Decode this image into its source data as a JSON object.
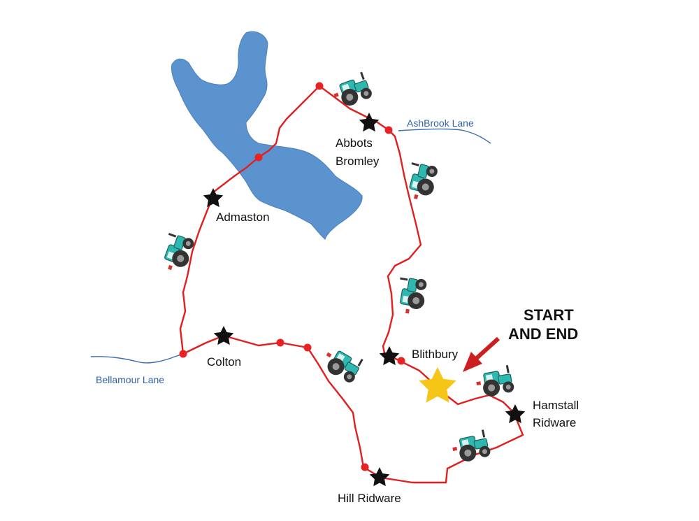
{
  "colors": {
    "route": "#e02020",
    "waypoint": "#e82222",
    "lake": "#5b93cf",
    "lake_edge": "#4a80bd",
    "road": "#3a6fb0",
    "road_label": "#2f63a8",
    "star": "#111111",
    "start_star": "#f5c518",
    "arrow": "#cc1f1f",
    "tractor": "#2fb8b0"
  },
  "icons": [
    "star-icon",
    "tractor-icon",
    "arrow-icon"
  ],
  "places": {
    "admaston": "Admaston",
    "abbots_1": "Abbots",
    "abbots_2": "Bromley",
    "blithbury": "Blithbury",
    "colton": "Colton",
    "hamstall_1": "Hamstall",
    "hamstall_2": "Ridware",
    "hill_ridware": "Hill Ridware"
  },
  "roads": {
    "ashbrook": "AshBrook Lane",
    "bellamour": "Bellamour Lane"
  },
  "start_label": {
    "line1": "START",
    "line2": "AND END"
  }
}
